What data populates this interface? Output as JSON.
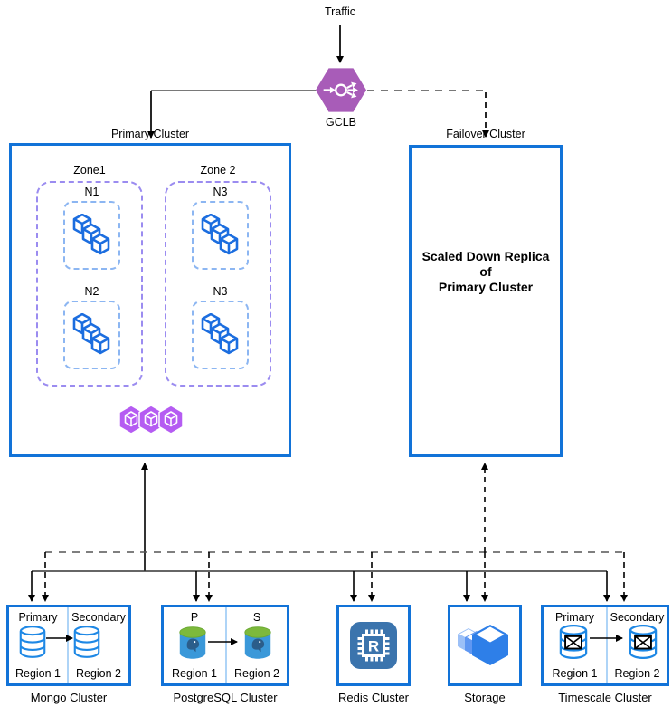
{
  "top": {
    "traffic": "Traffic",
    "gclb": "GCLB"
  },
  "primary": {
    "label": "Primary Cluster",
    "zone1": "Zone1",
    "zone2": "Zone 2",
    "n1": "N1",
    "n2": "N2",
    "n3a": "N3",
    "n3b": "N3"
  },
  "failover": {
    "label": "Failover Cluster",
    "line1": "Scaled Down Replica",
    "line2": "of",
    "line3": "Primary Cluster"
  },
  "mongo": {
    "title": "Mongo Cluster",
    "left_role": "Primary",
    "right_role": "Secondary",
    "left_region": "Region 1",
    "right_region": "Region 2"
  },
  "postgres": {
    "title": "PostgreSQL Cluster",
    "left_role": "P",
    "right_role": "S",
    "left_region": "Region 1",
    "right_region": "Region 2"
  },
  "redis": {
    "title": "Redis Cluster",
    "chip_letter": "R"
  },
  "storage": {
    "title": "Storage"
  },
  "timescale": {
    "title": "Timescale Cluster",
    "left_role": "Primary",
    "right_role": "Secondary",
    "left_region": "Region 1",
    "right_region": "Region 2"
  },
  "icons": {
    "gclb": "load-balancer-hexagon-icon",
    "node_pods": "container-cubes-icon",
    "kubernetes": "kubernetes-hexagon-cubes-icon",
    "mongo": "database-cylinder-icon",
    "postgres": "postgresql-elephant-cylinder-icon",
    "redis": "memory-chip-icon",
    "storage": "storage-boxes-icon",
    "timescale": "crossed-database-cylinder-icon"
  },
  "colors": {
    "cluster_border": "#1273d8",
    "zone_border": "#9b8cf0",
    "node_border": "#8cb6f2",
    "gclb_purple": "#a85cb8",
    "k8s_purple": "#b55cf2",
    "pod_blue": "#1b6ddf",
    "db_icon_blue": "#1e88e5",
    "region_divider": "#aed4f7",
    "postgres_green": "#7db93c",
    "postgres_body": "#3a98d9",
    "redis_blue": "#3b74ad",
    "storage_blue": "#2e7fe8"
  }
}
